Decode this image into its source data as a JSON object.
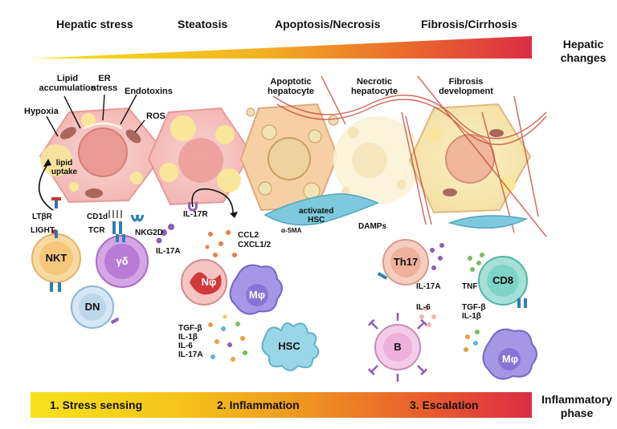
{
  "stages": {
    "hepatic_stress": "Hepatic stress",
    "steatosis": "Steatosis",
    "apoptosis_necrosis": "Apoptosis/Necrosis",
    "fibrosis_cirrhosis": "Fibrosis/Cirrhosis"
  },
  "hepatic_changes": {
    "line1": "Hepatic",
    "line2": "changes"
  },
  "top_labels": {
    "lipid_accumulation": [
      "Lipid",
      "accumulation"
    ],
    "er_stress": [
      "ER",
      "stress"
    ],
    "endotoxins": "Endotoxins",
    "hypoxia": "Hypoxia",
    "ros": "ROS",
    "lipid_uptake": [
      "lipid",
      "uptake"
    ],
    "apoptotic_hepatocyte": [
      "Apoptotic",
      "hepatocyte"
    ],
    "necrotic_hepatocyte": [
      "Necrotic",
      "hepatocyte"
    ],
    "fibrosis_development": [
      "Fibrosis",
      "development"
    ]
  },
  "receptors": {
    "ltbr": "LTβR",
    "light": "LIGHT",
    "cd1d": "CD1d",
    "tcr": "TCR",
    "nkg2d": "NKG2D",
    "il17a": "IL-17A",
    "il17r": "IL-17R",
    "ccl2": "CCL2",
    "cxcl": "CXCL1/2",
    "activated_hsc": [
      "activated",
      "HSC"
    ],
    "asma": "α-SMA",
    "damps": "DAMPs"
  },
  "cells": {
    "nkt": "NKT",
    "gd": "γδ",
    "dn": "DN",
    "nphi": "Nφ",
    "mphi": "Mφ",
    "hsc": "HSC",
    "th17": "Th17",
    "cd8": "CD8",
    "b": "B",
    "mphi2": "Mφ"
  },
  "cytokines": {
    "list": [
      "TGF-β",
      "IL-1β",
      "IL-6",
      "IL-17A"
    ],
    "th17_il17a": "IL-17A",
    "tnf": "TNF",
    "b_il6": "IL-6",
    "late": [
      "TGF-β",
      "IL-1β"
    ]
  },
  "phases": {
    "p1": "1.  Stress sensing",
    "p2": "2. Inflammation",
    "p3": "3. Escalation"
  },
  "inflammatory_phase": {
    "line1": "Inflammatory",
    "line2": "phase"
  },
  "colors": {
    "hepatocyte": "#f6c6c4",
    "nucleus": "#eb9993",
    "lipid": "#f8e79a",
    "wedge_start": "#f6e21a",
    "wedge_end": "#dc2d45",
    "nkt": "#f9d9a0",
    "gd": "#c98ce0",
    "mphi": "#9f8ee0",
    "hsc": "#8dd3e3",
    "th17": "#f3c3b3",
    "cd8": "#7fd3c9",
    "b": "#f1bde6"
  }
}
